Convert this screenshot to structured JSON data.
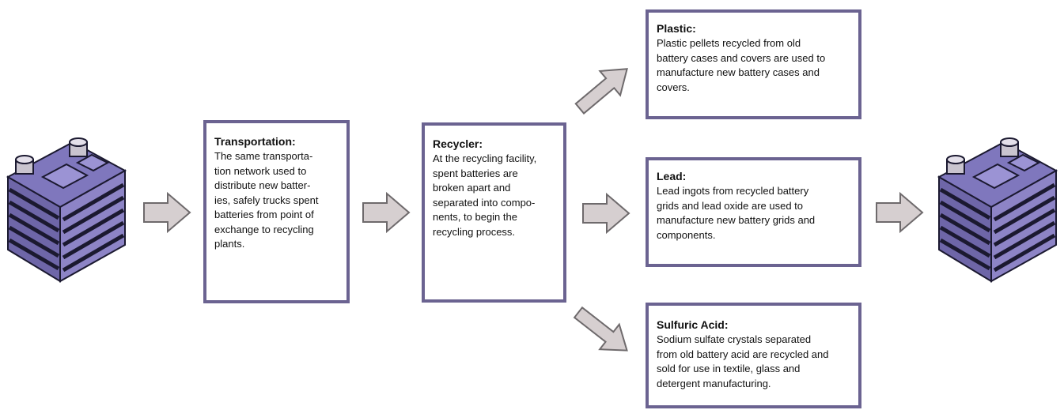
{
  "colors": {
    "box_border": "#6b6391",
    "arrow_fill": "#d6cfd0",
    "arrow_stroke": "#6e6a6c",
    "battery_body": "#7d74b8",
    "battery_dark": "#1b1930"
  },
  "icons": {
    "battery_left": "car-battery-icon",
    "battery_right": "car-battery-icon",
    "arrow": "right-arrow-icon"
  },
  "steps": {
    "transportation": {
      "title": "Transportation:",
      "lines": [
        "The same transporta-",
        "tion network used to",
        "distribute new batter-",
        "ies, safely trucks spent",
        "batteries from point of",
        "exchange to recycling",
        "plants."
      ]
    },
    "recycler": {
      "title": "Recycler:",
      "lines": [
        "At the recycling facility,",
        "spent batteries are",
        "broken apart and",
        "separated into compo-",
        "nents, to begin the",
        "recycling process."
      ]
    },
    "plastic": {
      "title": "Plastic:",
      "lines": [
        "Plastic pellets recycled from old",
        "battery cases and covers are used to",
        "manufacture new battery cases and",
        "covers."
      ]
    },
    "lead": {
      "title": "Lead:",
      "lines": [
        "Lead ingots from recycled battery",
        "grids and lead oxide are used to",
        "manufacture new battery grids and",
        "components."
      ]
    },
    "sulfuric": {
      "title": "Sulfuric Acid:",
      "lines": [
        "Sodium sulfate crystals separated",
        "from old battery acid are recycled and",
        "sold for use in textile, glass and",
        "detergent manufacturing."
      ]
    }
  }
}
